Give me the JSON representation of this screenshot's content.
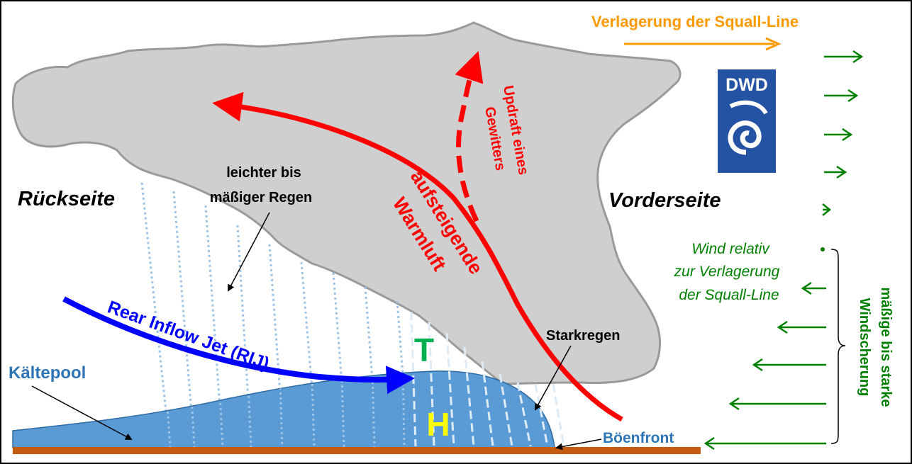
{
  "labels": {
    "movement": "Verlagerung der Squall-Line",
    "rear_side": "Rückseite",
    "front_side": "Vorderseite",
    "light_rain_1": "leichter bis",
    "light_rain_2": "mäßiger Regen",
    "updraft_1": "Updraft eines",
    "updraft_2": "Gewitters",
    "warm_air_1": "aufsteigende",
    "warm_air_2": "Warmluft",
    "rij": "Rear Inflow Jet (RIJ)",
    "cold_pool": "Kältepool",
    "heavy_rain": "Starkregen",
    "gust_front": "Böenfront",
    "low_letter": "T",
    "high_letter": "H",
    "wind_1": "Wind relativ",
    "wind_2": "zur Verlagerung",
    "wind_3": "der Squall-Line",
    "shear_1": "mäßige bis starke",
    "shear_2": "Windscherung",
    "logo_text": "DWD"
  },
  "colors": {
    "cloud": "#cfcfcf",
    "cloud_edge": "#9a9a9a",
    "warm_air": "#ff0000",
    "rij": "#0000ff",
    "cold_pool": "#5b9bd5",
    "ground": "#c55a11",
    "movement": "#ff9900",
    "wind": "#008000",
    "rain": "#9dc3e6",
    "low_letter": "#00b050",
    "high_letter": "#ffff00",
    "logo_bg": "#2453a4"
  },
  "icons": [
    "dwd-logo",
    "wind-arrow",
    "movement-arrow"
  ]
}
